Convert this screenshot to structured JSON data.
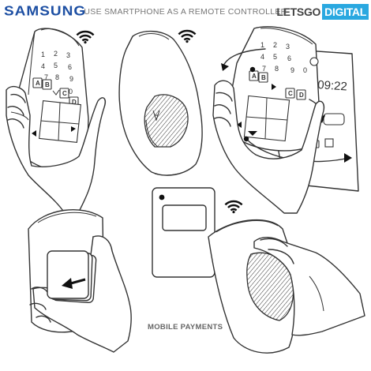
{
  "header": {
    "brand": "SAMSUNG",
    "title": "USE SMARTPHONE AS A REMOTE CONTROLLER",
    "logo_part1": "LETSGO",
    "logo_part2": "DIGITAL"
  },
  "caption": "MOBILE PAYMENTS",
  "keypad": {
    "digits": [
      "1",
      "2",
      "3",
      "4",
      "5",
      "6",
      "7",
      "8",
      "9",
      "0"
    ],
    "letters": [
      "A",
      "B",
      "C",
      "D"
    ]
  },
  "clock": "09:22",
  "colors": {
    "brand": "#1d4fa3",
    "logo_accent": "#29a8e0",
    "line": "#333333"
  },
  "icons": [
    "wifi-icon",
    "left-arrow-icon",
    "right-arrow-icon",
    "down-arrow-icon",
    "camera-icon",
    "card-icon"
  ]
}
